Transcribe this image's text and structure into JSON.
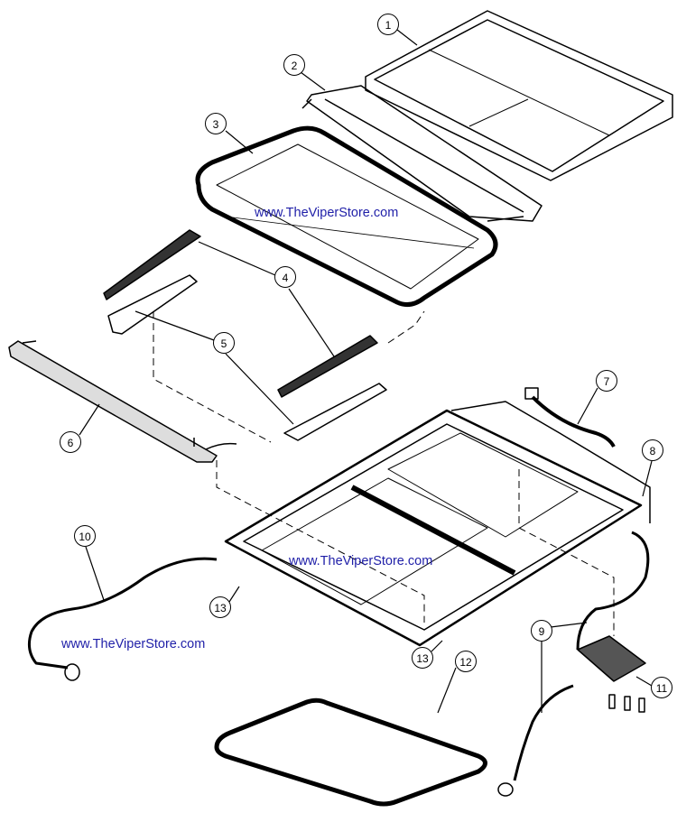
{
  "watermarks": [
    "www.TheViperStore.com",
    "www.TheViperStore.com",
    "www.TheViperStore.com"
  ],
  "callouts": [
    "1",
    "2",
    "3",
    "4",
    "4",
    "5",
    "5",
    "6",
    "7",
    "8",
    "9",
    "10",
    "11",
    "12",
    "13",
    "13"
  ],
  "colors": {
    "watermark": "#1f1fa8",
    "line": "#000000"
  }
}
